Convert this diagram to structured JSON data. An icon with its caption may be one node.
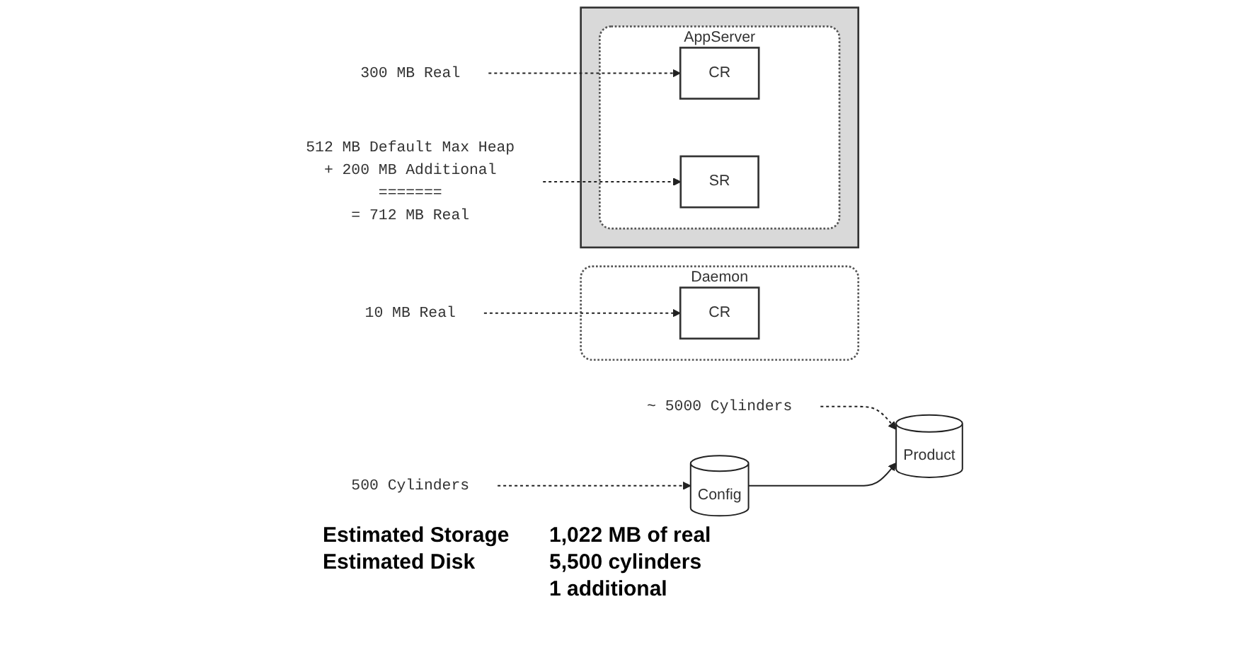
{
  "diagram": {
    "nodes": [
      {
        "text": [
          "Daemon"
        ]
      },
      {
        "text": [
          "CR"
        ],
        "in": 0
      },
      {
        "text": [],
        "shape": "box"
      },
      {
        "text": [
          "AppServer"
        ],
        "in": 2
      },
      {
        "text": [
          "CR"
        ],
        "in": 3
      },
      {
        "text": [
          "SR"
        ],
        "in": 3
      },
      {
        "text": [
          "500 Cylinders"
        ]
      },
      {
        "text": [
          "Config"
        ]
      },
      {
        "text": [
          "~ 5000 Cylinders"
        ]
      },
      {
        "text": [
          "Product"
        ]
      },
      {
        "text": [
          "10 MB Real"
        ]
      },
      {
        "text": [
          "300 MB Real"
        ]
      },
      {
        "text": [
          "512 MB Default Max Heap",
          "+ 200 MB Additional",
          "=======",
          "= 712 MB Real"
        ]
      }
    ],
    "edges": [
      {
        "from": 6,
        "to": 7,
        "arrow": "to",
        "style": "dashed"
      },
      {
        "from": 8,
        "to": 9,
        "arrow": "to",
        "style": "dashed"
      },
      {
        "from": 7,
        "to": 9,
        "arrow": "to"
      },
      {
        "from": 10,
        "to": 1,
        "arrow": "to",
        "style": "dashed"
      },
      {
        "from": 11,
        "to": 4,
        "arrow": "to",
        "style": "dashed"
      },
      {
        "from": 12,
        "to": 5,
        "arrow": "to",
        "style": "dashed"
      }
    ],
    "labels": [
      "Estimated Storage",
      "1,022 MB of real",
      "Estimated Disk",
      "5,500 cylinders",
      "1 additional"
    ]
  }
}
